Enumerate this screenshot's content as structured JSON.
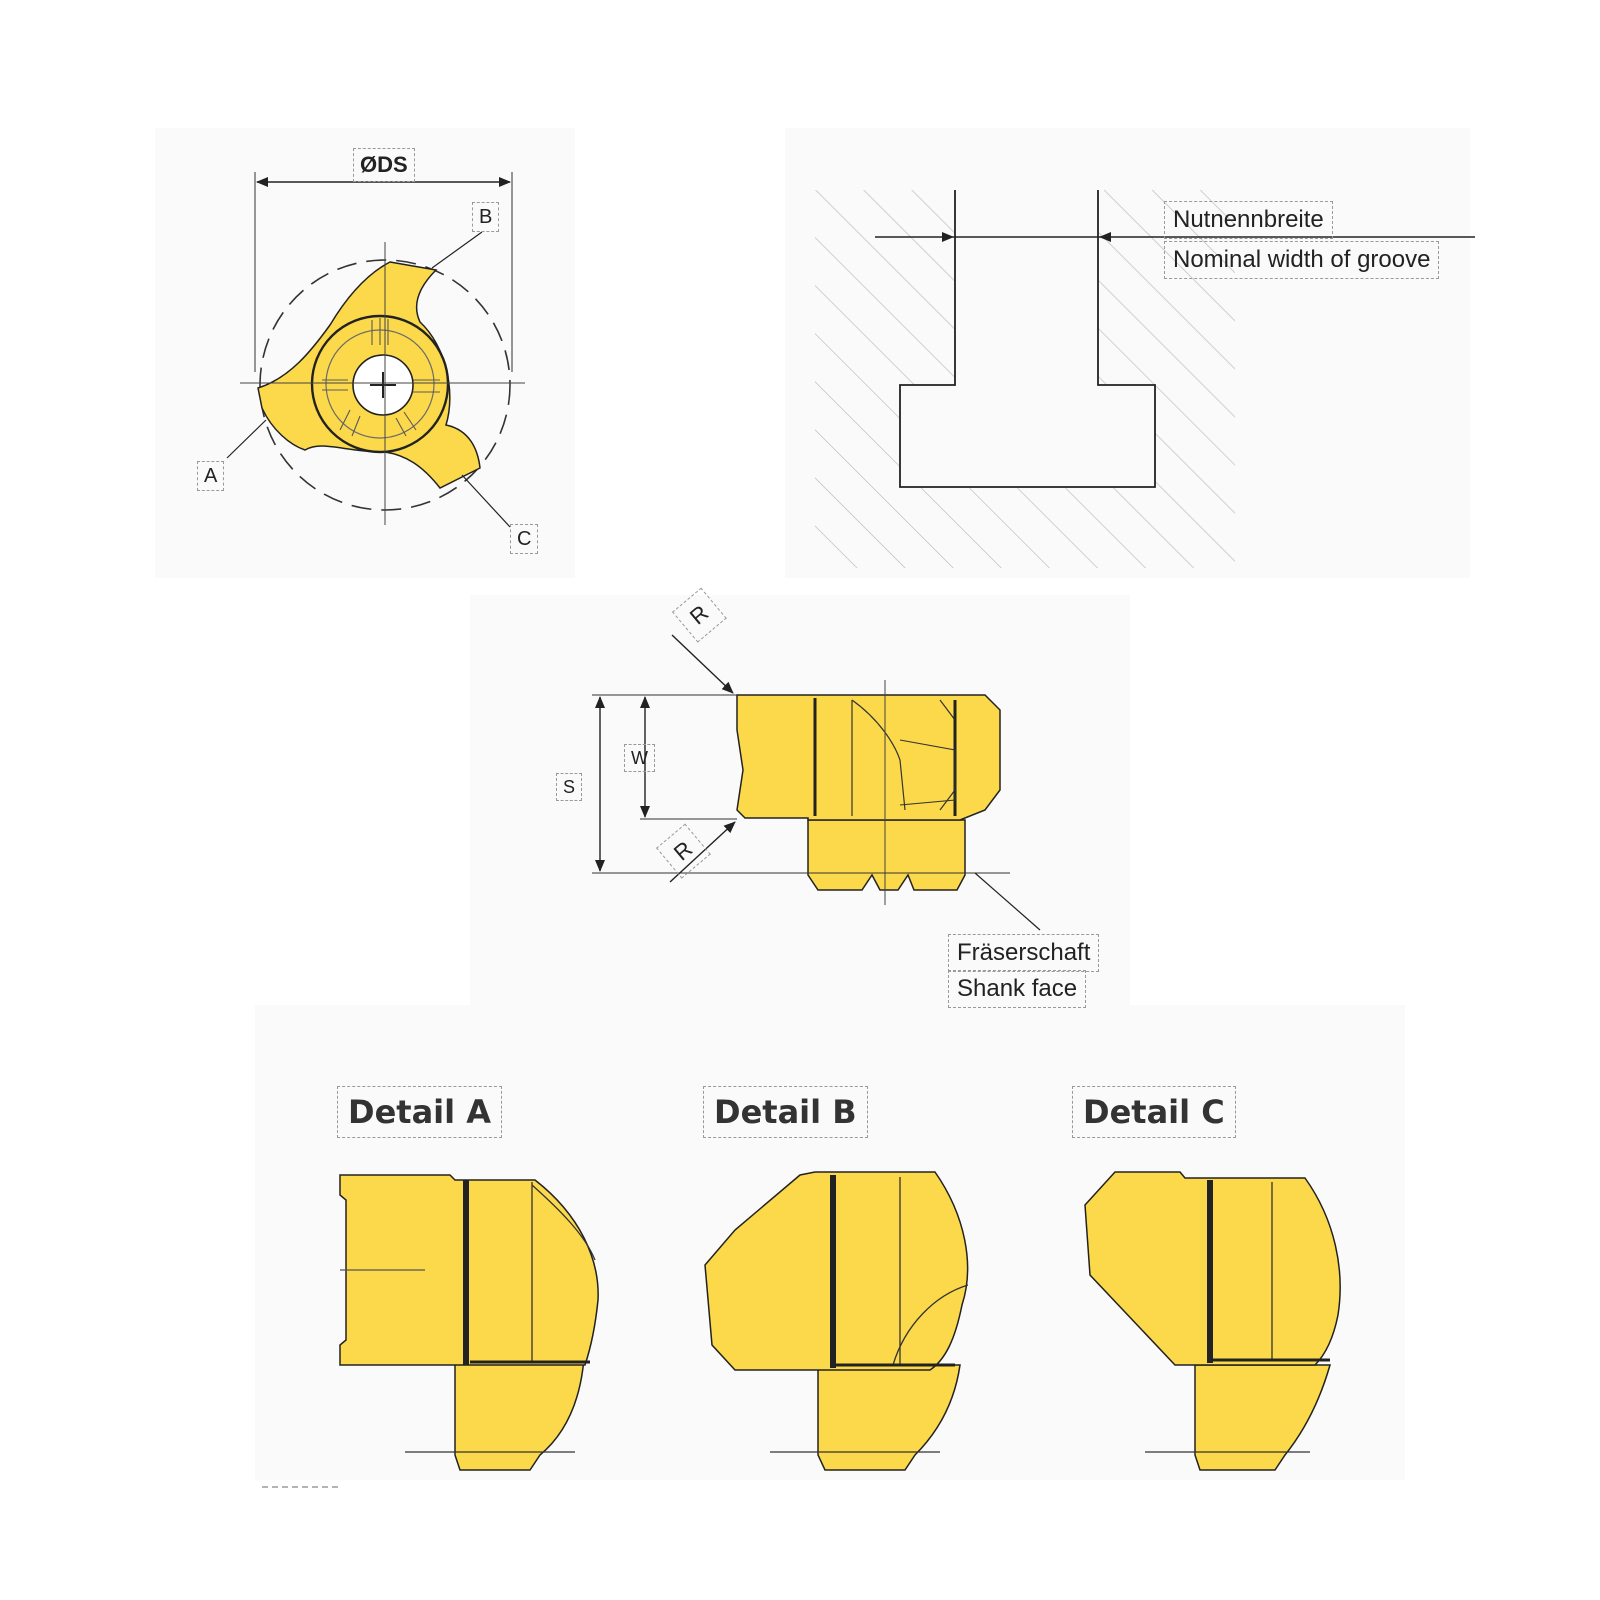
{
  "colors": {
    "insert_fill": "#fcd94a",
    "line": "#222222",
    "hatch": "#c8c8c8",
    "dashed_box": "#9a9a9a",
    "panel_bg": "#fafafa"
  },
  "top_view": {
    "diameter_label": "ØDS",
    "marker_a": "A",
    "marker_b": "B",
    "marker_c": "C"
  },
  "groove": {
    "label_de": "Nutnennbreite",
    "label_en": "Nominal width of groove"
  },
  "side_view": {
    "radius_top": "R",
    "radius_bottom": "R",
    "dim_w": "W",
    "dim_s": "S",
    "shank_label_de": "Fräserschaft",
    "shank_label_en": "Shank face"
  },
  "details": [
    {
      "title": "Detail A"
    },
    {
      "title": "Detail B"
    },
    {
      "title": "Detail C"
    }
  ]
}
